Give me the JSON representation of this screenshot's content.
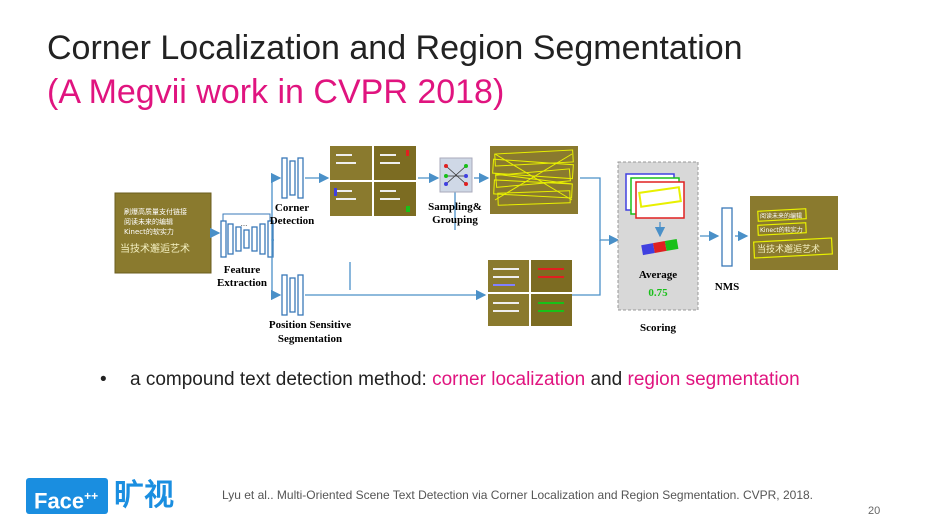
{
  "slide": {
    "title": "Corner Localization and Region Segmentation",
    "subtitle": "(A Megvii work in CVPR 2018)",
    "page_number": "20"
  },
  "diagram": {
    "labels": {
      "corner_detection": [
        "Corner",
        "Detection"
      ],
      "feature_extraction": [
        "Feature",
        "Extraction"
      ],
      "sampling_grouping": [
        "Sampling&",
        "Grouping"
      ],
      "position_sensitive": [
        "Position Sensitive",
        "Segmentation"
      ],
      "average": "Average",
      "score": "0.75",
      "scoring": "Scoring",
      "nms": "NMS"
    },
    "sample_text": {
      "input": [
        "刷爆高质量支付链接",
        "阅读未来的编辑",
        "Kinect的软实力",
        "当技术邂逅艺术"
      ],
      "output": [
        "阅读未来的编辑",
        "Kinect的软实力",
        "当技术邂逅艺术"
      ]
    },
    "colors": {
      "accent": "#e0147f",
      "arrow": "#4a90c8",
      "box_yellow": "#e8f000",
      "score_green": "#18c018",
      "photo": "#8a7a2e"
    }
  },
  "bullet": {
    "marker": "•",
    "prefix": "a compound text detection method: ",
    "term1": "corner localization",
    "joiner": " and ",
    "term2": "region segmentation"
  },
  "footer": {
    "logo_text": "Face",
    "logo_sup": "++",
    "logo_cn": "旷视",
    "citation": "Lyu et al.. Multi-Oriented Scene Text Detection via Corner Localization and Region Segmentation. CVPR, 2018."
  }
}
